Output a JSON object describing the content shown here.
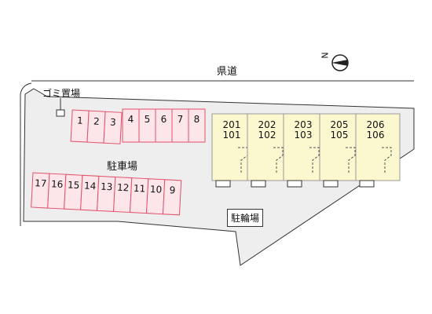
{
  "map": {
    "road_label": "県道",
    "garbage_label": "ゴミ置場",
    "parking_label": "駐車場",
    "bicycle_label": "駐輪場",
    "compass_label": "N"
  },
  "parking_top_a": [
    "1",
    "2",
    "3"
  ],
  "parking_top_b": [
    "4",
    "5",
    "6",
    "7",
    "8"
  ],
  "parking_bottom": [
    "17",
    "16",
    "15",
    "14",
    "13",
    "12",
    "11",
    "10",
    "9"
  ],
  "units": [
    {
      "upper": "201",
      "lower": "101"
    },
    {
      "upper": "202",
      "lower": "102"
    },
    {
      "upper": "203",
      "lower": "103"
    },
    {
      "upper": "205",
      "lower": "105"
    },
    {
      "upper": "206",
      "lower": "106"
    }
  ],
  "colors": {
    "lot_fill": "#eeeeee",
    "parking_fill": "#fde6ea",
    "parking_stroke": "#e2506a",
    "building_fill": "#fbf8cf",
    "building_stroke": "#999999"
  }
}
